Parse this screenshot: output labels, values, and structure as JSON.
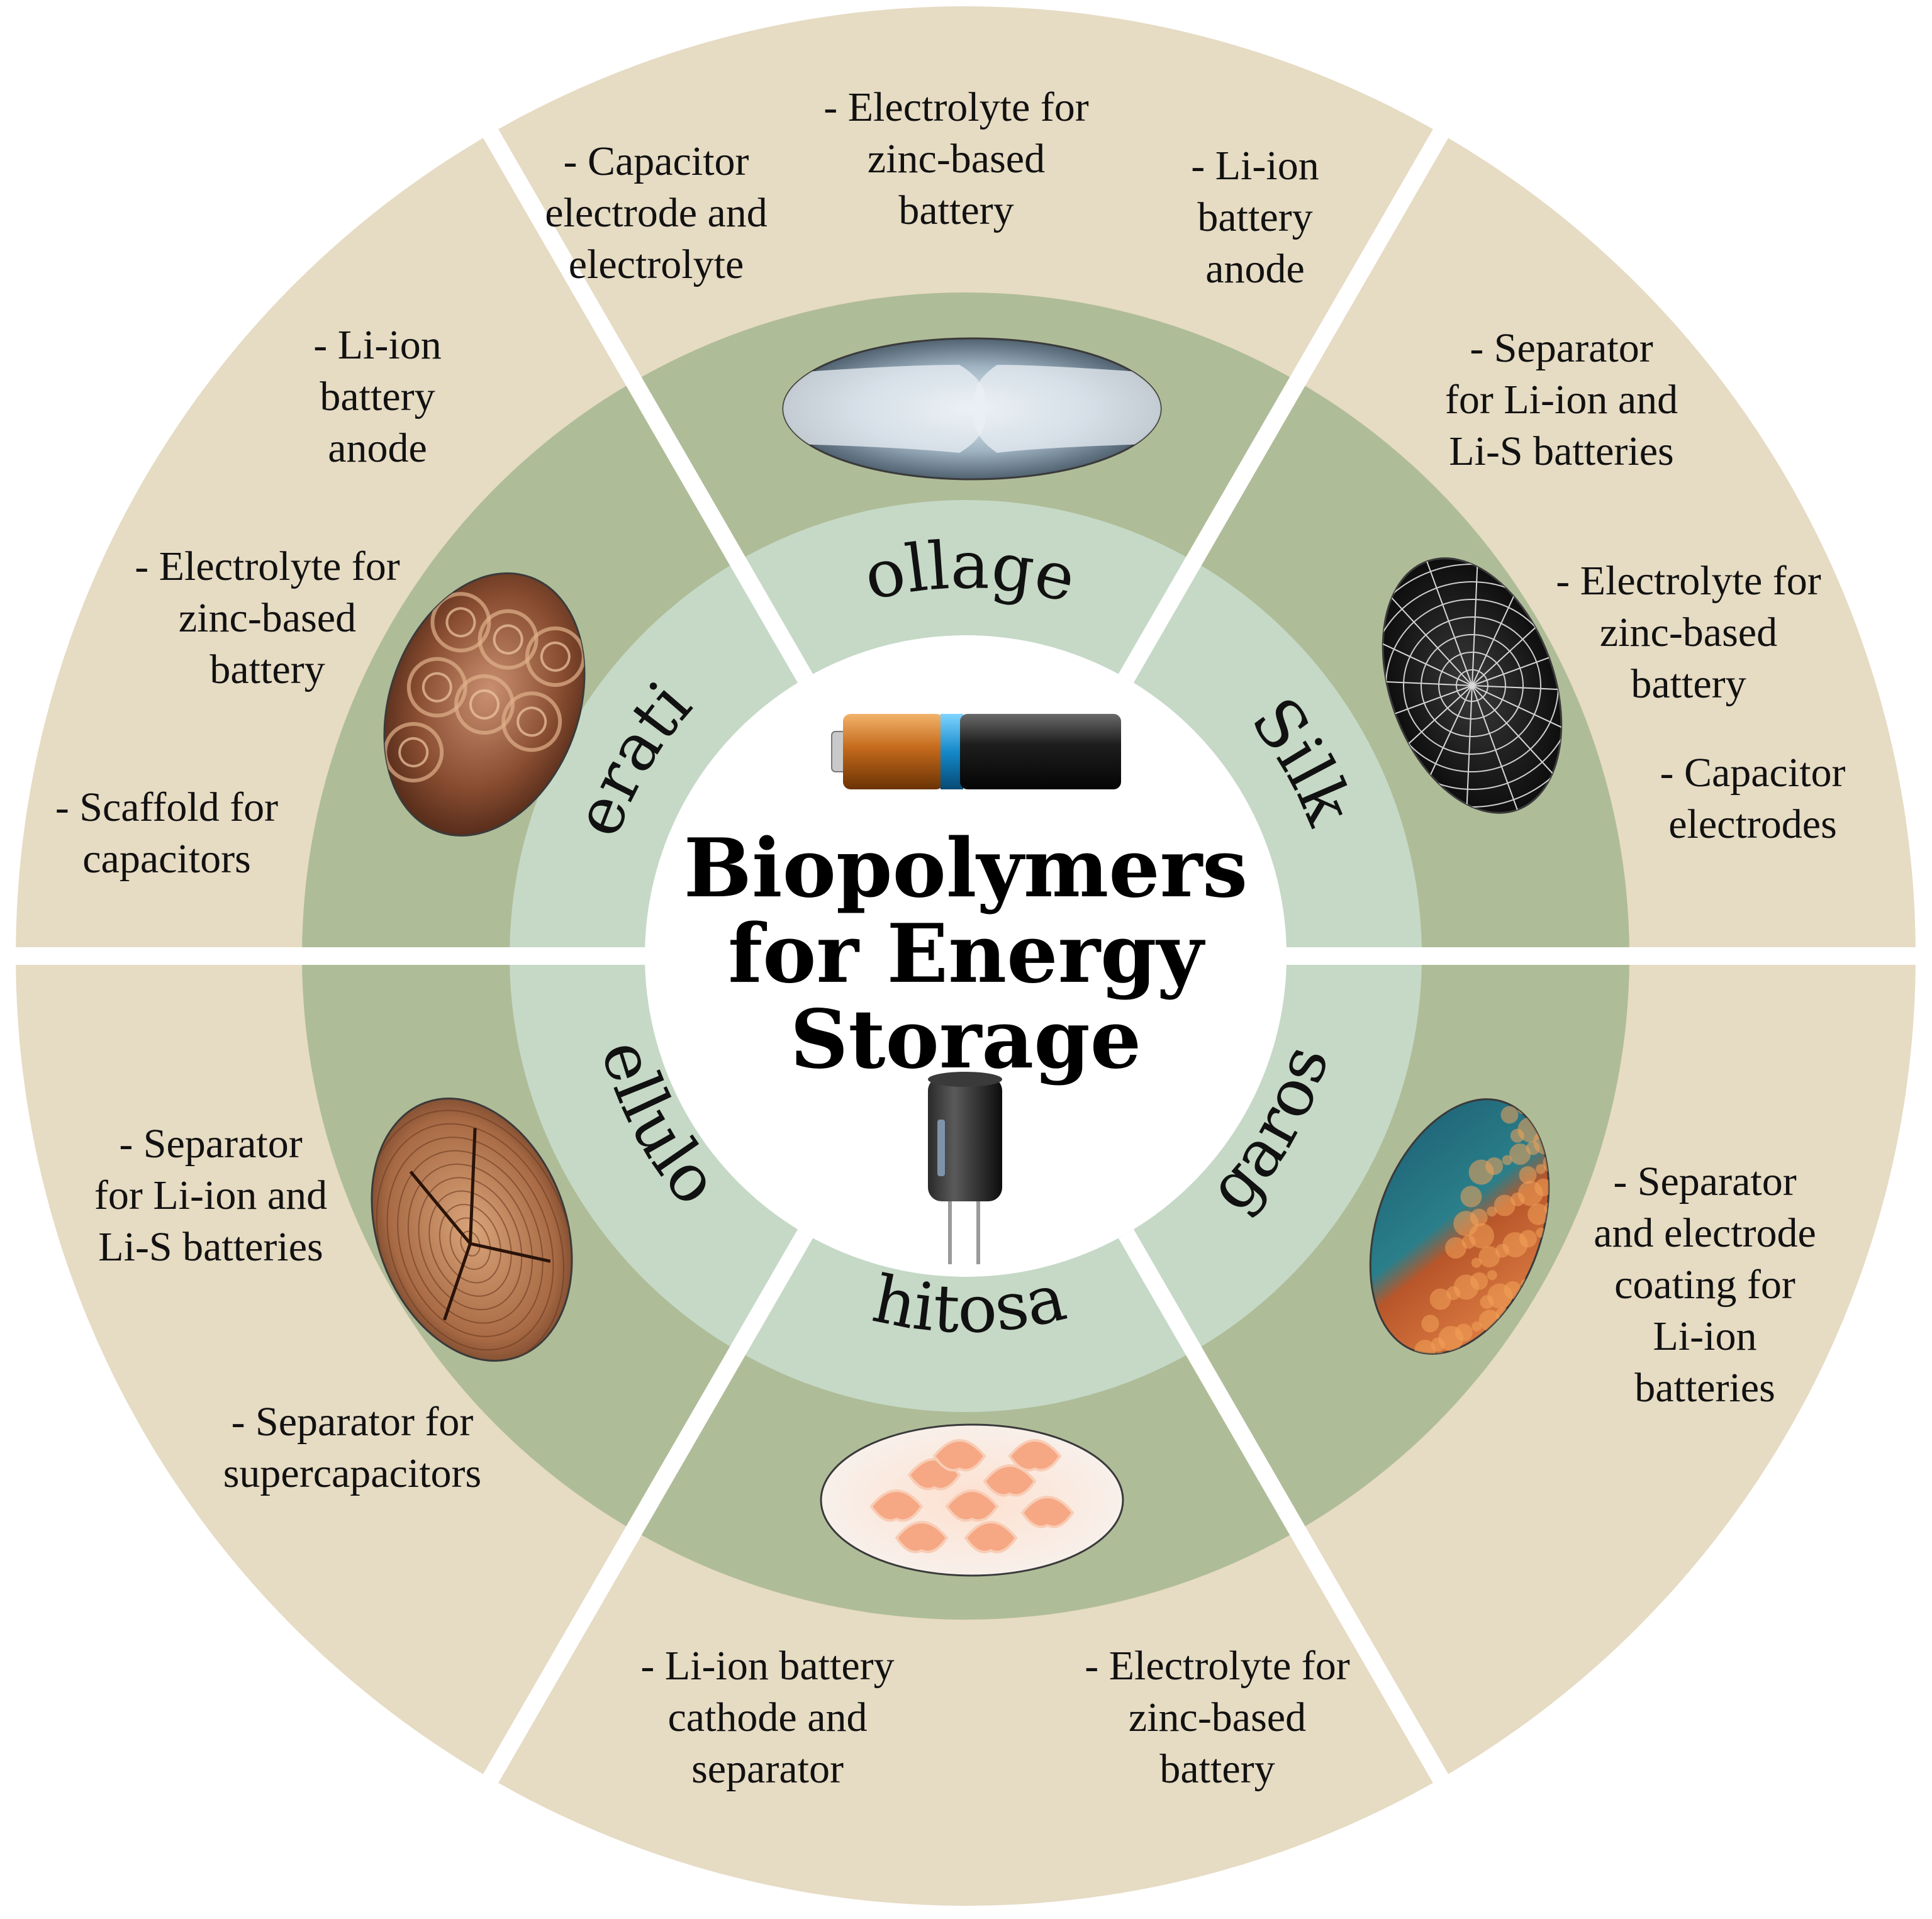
{
  "title_lines": [
    "Biopolymers",
    "for Energy",
    "Storage"
  ],
  "colors": {
    "outer_ring": "#e6dbc3",
    "middle_ring": "#afbc98",
    "label_ring": "#c5d9c6",
    "center": "#ffffff",
    "divider": "#ffffff"
  },
  "segments": [
    {
      "name": "Collagen",
      "picture": "x-ray-knee-joint",
      "applications": [
        [
          "- Capacitor",
          "electrode and",
          "electrolyte"
        ],
        [
          "- Electrolyte for",
          "zinc-based",
          "battery"
        ],
        [
          "- Li-ion",
          "battery",
          "anode"
        ]
      ]
    },
    {
      "name": "Silk",
      "picture": "spider-web",
      "applications": [
        [
          "- Separator",
          "for Li-ion and",
          "Li-S batteries"
        ],
        [
          "- Electrolyte for",
          "zinc-based",
          "battery"
        ],
        [
          "- Capacitor",
          "electrodes"
        ]
      ]
    },
    {
      "name": "Agarose",
      "picture": "seaweed",
      "applications": [
        [
          "- Separator",
          "and electrode",
          "coating for",
          "Li-ion",
          "batteries"
        ]
      ]
    },
    {
      "name": "Chitosan",
      "picture": "shrimp",
      "applications": [
        [
          "- Li-ion battery",
          "cathode and",
          "separator"
        ],
        [
          "- Electrolyte for",
          "zinc-based",
          "battery"
        ]
      ]
    },
    {
      "name": "Cellulose",
      "picture": "wood-cross-section",
      "applications": [
        [
          "- Separator",
          "for Li-ion and",
          "Li-S batteries"
        ],
        [
          "- Separator for",
          "supercapacitors"
        ]
      ]
    },
    {
      "name": "Keratin",
      "picture": "curly-hair",
      "applications": [
        [
          "- Li-ion",
          "battery",
          "anode"
        ],
        [
          "- Electrolyte for",
          "zinc-based",
          "battery"
        ],
        [
          "- Scaffold for",
          "capacitors"
        ]
      ]
    }
  ],
  "center_icons": [
    "battery-icon",
    "capacitor-icon"
  ]
}
